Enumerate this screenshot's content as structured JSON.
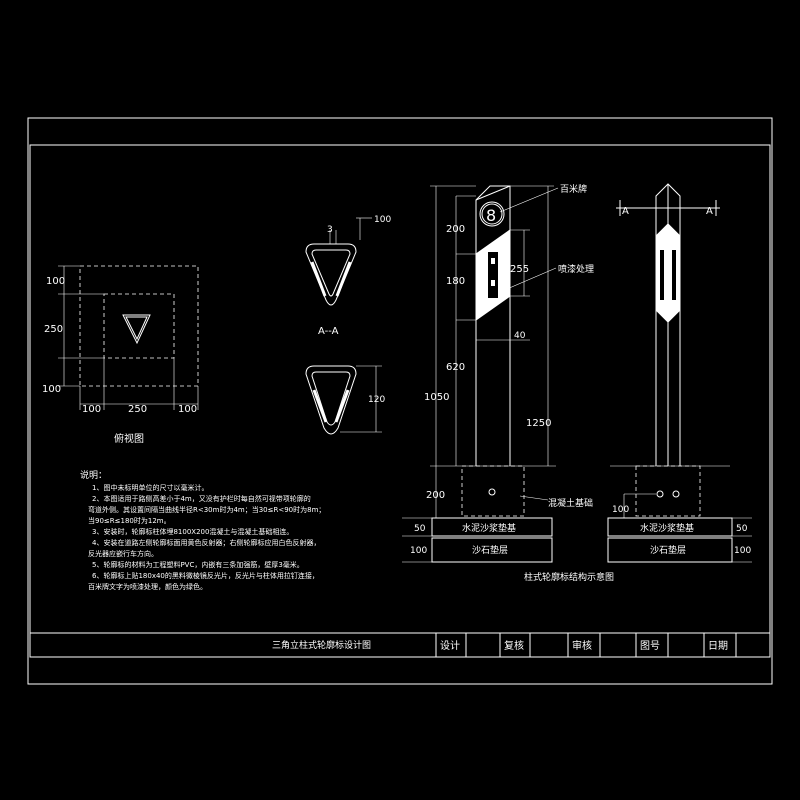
{
  "drawing": {
    "title": "三角立柱式轮廓标设计图",
    "titleblock": {
      "design": "设计",
      "review": "复核",
      "audit": "审核",
      "drawing_no": "图号",
      "date": "日期"
    }
  },
  "plan_view": {
    "label": "俯视图",
    "dims": {
      "top": "100",
      "mid": "250",
      "bottom": "100",
      "h_left": "100",
      "h_mid": "250",
      "h_right": "100"
    }
  },
  "section": {
    "label": "A--A",
    "dim_top": "100",
    "dim_wall": "3",
    "dim_height": "120"
  },
  "front_view": {
    "label_km": "百米牌",
    "km_number": "8",
    "label_spray": "喷漆处理",
    "label_foundation": "混凝土基础",
    "dims": {
      "d200_top": "200",
      "d180": "180",
      "d255": "255",
      "d40": "40",
      "d620": "620",
      "d1050": "1050",
      "d1250": "1250",
      "d200_bottom": "200",
      "d50": "50",
      "d100": "100"
    },
    "layer_mortar": "水泥沙浆垫基",
    "layer_gravel": "沙石垫层",
    "caption": "柱式轮廓标结构示意图"
  },
  "side_view": {
    "section_mark_left": "A",
    "section_mark_right": "A",
    "dims": {
      "d100": "100",
      "d50": "50",
      "d100b": "100"
    },
    "layer_mortar": "水泥沙浆垫基",
    "layer_gravel": "沙石垫层"
  },
  "notes": {
    "heading": "说明：",
    "lines": [
      "1、图中未标明单位的尺寸以毫米计。",
      "2、本图适用于路侧高差小于4m，又没有护栏时每自然可视带项轮廓的",
      "弯道外侧。其设置间隔当曲线半径R<30m时为4m；当30≤R<90时为8m；",
      "当90≤R≤180时为12m。",
      "3、安装时，轮廓标柱体埋8100X200混凝土与混凝土基础相连。",
      "4、安装在道路左侧轮廓标面用黄色反射器；右侧轮廓标应用白色反射器，",
      "反光器应嵌行车方向。",
      "5、轮廓标的材料为工程塑料PVC，内嵌有三条加强筋，壁厚3毫米。",
      "6、轮廓标上贴180x40的黑料微棱镜反光片，反光片与柱体用拉钉连接，",
      "百米牌文字为喷漆处理，颜色为绿色。"
    ]
  }
}
